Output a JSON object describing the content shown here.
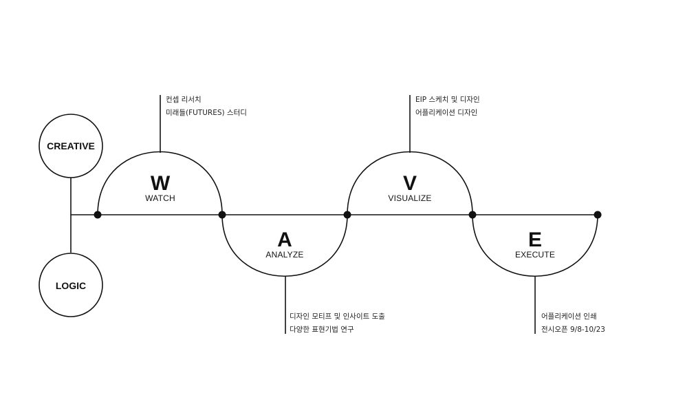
{
  "left": {
    "top_circle": "CREATIVE",
    "bottom_circle": "LOGIC"
  },
  "stages": [
    {
      "letter": "W",
      "word": "WATCH",
      "notes": [
        "컨셉 리서치",
        "미래들(FUTURES) 스터디"
      ]
    },
    {
      "letter": "A",
      "word": "ANALYZE",
      "notes": [
        "디자인 모티프 및 인사이트 도출",
        "다양한 표현기법 연구"
      ]
    },
    {
      "letter": "V",
      "word": "VISUALIZE",
      "notes": [
        "EIP 스케치 및 디자인",
        "어플리케이션 디자인"
      ]
    },
    {
      "letter": "E",
      "word": "EXECUTE",
      "notes": [
        "어플리케이션 인쇄",
        "전시오픈 9/8-10/23"
      ]
    }
  ]
}
